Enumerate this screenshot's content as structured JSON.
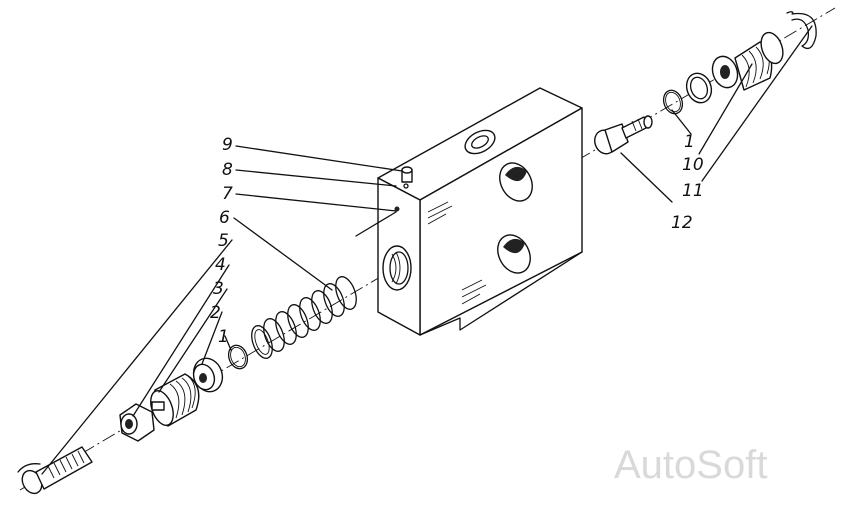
{
  "labels": {
    "l1_left": "1",
    "l2": "2",
    "l3": "3",
    "l4": "4",
    "l5": "5",
    "l6": "6",
    "l7": "7",
    "l8": "8",
    "l9": "9",
    "l1_right": "1",
    "l10": "10",
    "l11": "11",
    "l12": "12"
  },
  "watermark": "AutoSoft",
  "colors": {
    "ink": "#111111",
    "watermark": "#d9d9d9",
    "background": "#ffffff"
  }
}
